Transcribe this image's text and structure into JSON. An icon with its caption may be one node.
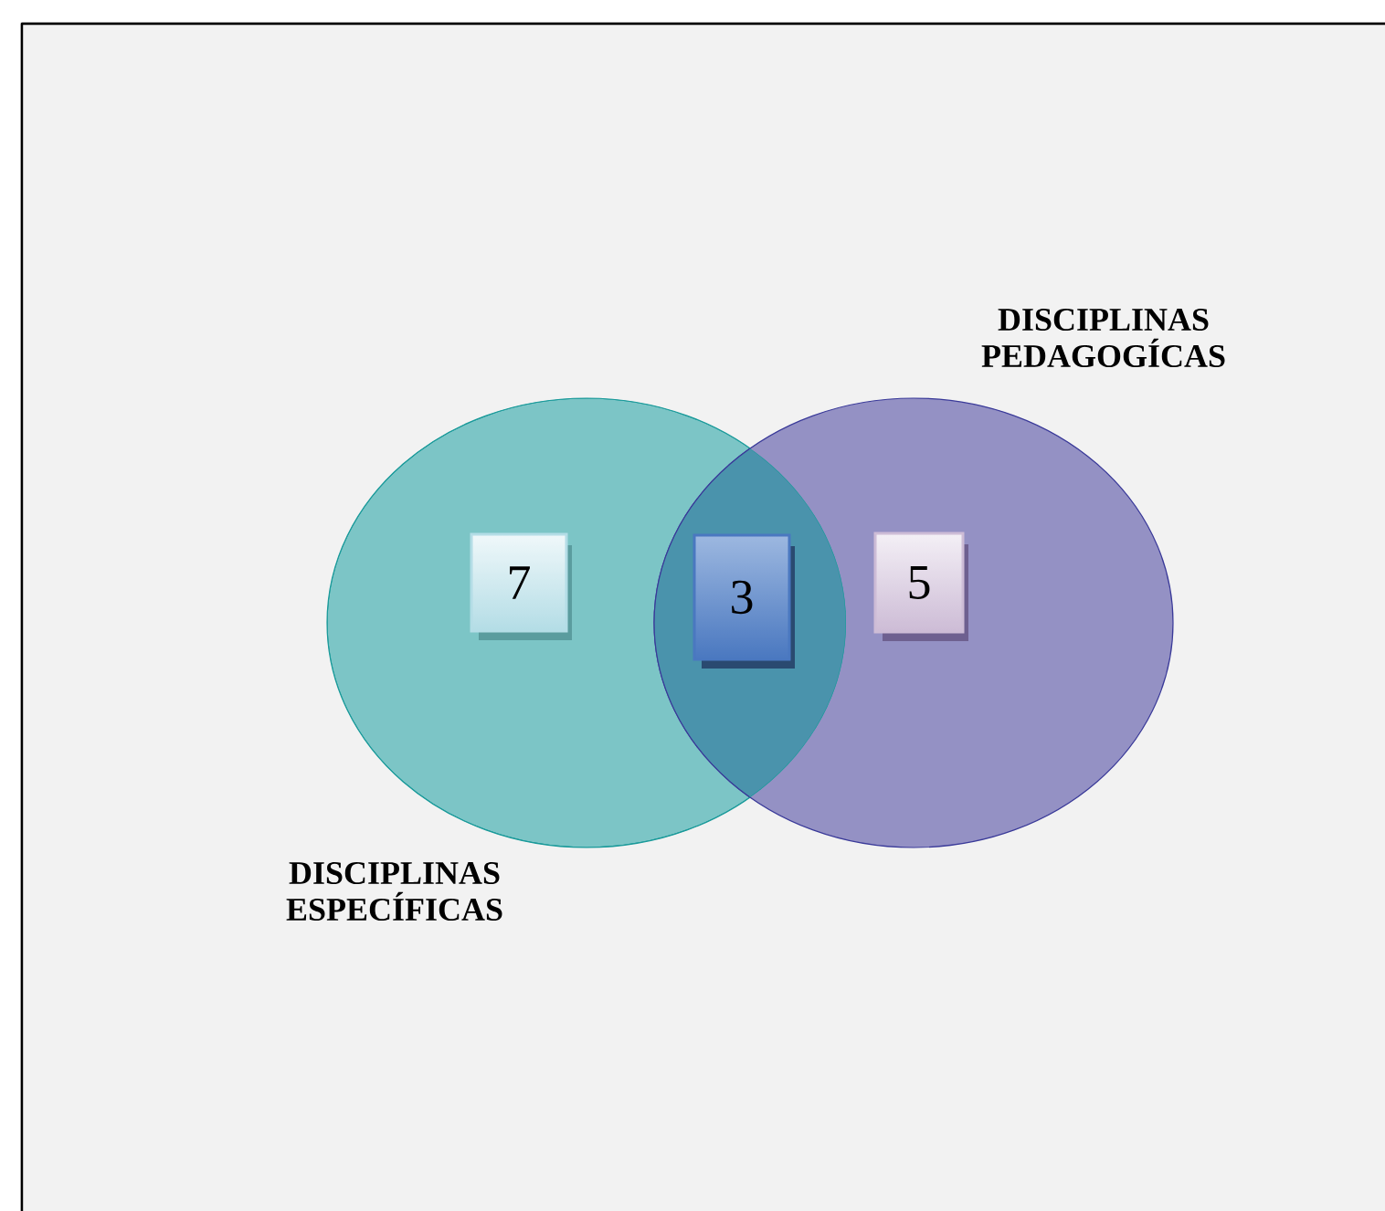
{
  "diagram": {
    "nodes": [
      {
        "text": [
          "DISCIPLINAS ESPECÍFICAS"
        ]
      },
      {
        "text": [
          "DISCIPLINAS PEDAGOGÍCAS"
        ]
      },
      {
        "text": [
          "7"
        ],
        "in": 0
      },
      {
        "text": [
          "3"
        ]
      },
      {
        "text": [
          "5"
        ],
        "in": 1
      }
    ]
  }
}
